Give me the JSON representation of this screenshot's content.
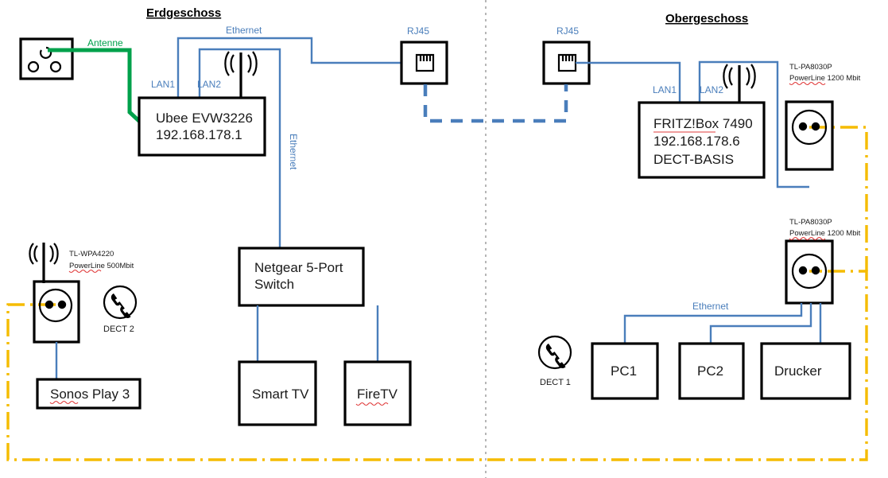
{
  "diagram": {
    "title_left": "Erdgeschoss",
    "title_right": "Obergeschoss",
    "labels": {
      "antenne": "Antenne",
      "ethernet": "Ethernet",
      "ethernet_vertical": "Ethernet",
      "ethernet_og": "Ethernet",
      "rj45_left": "RJ45",
      "rj45_right": "RJ45",
      "lan1_eg": "LAN1",
      "lan2_eg": "LAN2",
      "lan1_og": "LAN1",
      "lan2_og": "LAN2"
    },
    "devices": {
      "ubee_line1": "Ubee EVW3226",
      "ubee_line2": "192.168.178.1",
      "fritz_line1": "FRITZ!Box 7490",
      "fritz_line2": "192.168.178.6",
      "fritz_line3": "DECT-BASIS",
      "netgear_line1": "Netgear 5-Port",
      "netgear_line2": "Switch",
      "smarttv": "Smart TV",
      "firetv": "FireTV",
      "sonos": "Sonos Play 3",
      "pc1": "PC1",
      "pc2": "PC2",
      "drucker": "Drucker"
    },
    "powerline": {
      "wpa4220_model": "TL-WPA4220",
      "wpa4220_spec": "PowerLine  500Mbit",
      "pa8030p_og_model": "TL-PA8030P",
      "pa8030p_og_spec": "PowerLine  1200 Mbit",
      "pa8030p_low_model": "TL-PA8030P",
      "pa8030p_low_spec": "PowerLine  1200 Mbit"
    },
    "dect": {
      "dect1": "DECT 1",
      "dect2": "DECT 2"
    },
    "colors": {
      "ethernet_blue": "#4a7ebb",
      "antenna_green": "#00a14b",
      "powerline_yellow": "#f5bc00",
      "device_outline": "#000000",
      "divider_gray": "#b6b6b6",
      "spellcheck_red": "#e03b3b"
    }
  }
}
